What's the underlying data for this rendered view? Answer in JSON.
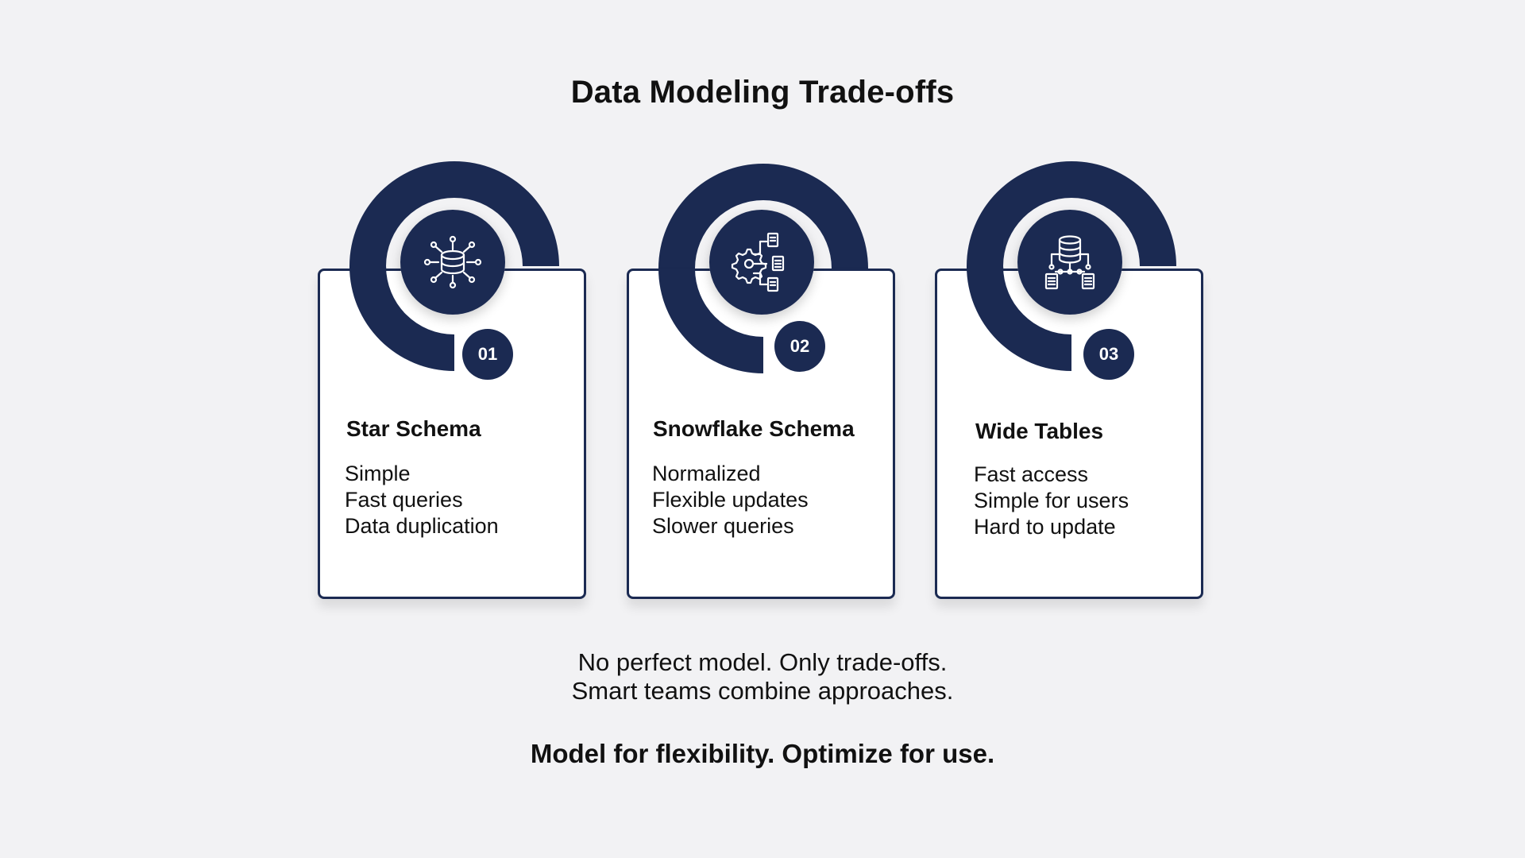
{
  "title": "Data Modeling Trade-offs",
  "accent_color": "#1b2a52",
  "cards": [
    {
      "number": "01",
      "icon": "database-network-icon",
      "title": "Star Schema",
      "items": [
        "Simple",
        "Fast queries",
        "Data duplication"
      ]
    },
    {
      "number": "02",
      "icon": "gear-documents-icon",
      "title": "Snowflake Schema",
      "items": [
        "Normalized",
        "Flexible updates",
        "Slower queries"
      ]
    },
    {
      "number": "03",
      "icon": "database-hierarchy-icon",
      "title": "Wide Tables",
      "items": [
        "Fast access",
        "Simple for users",
        "Hard to update"
      ]
    }
  ],
  "footer": {
    "line1": "No perfect model. Only trade-offs.",
    "line2": "Smart teams combine approaches.",
    "tagline": "Model for flexibility. Optimize for use."
  }
}
